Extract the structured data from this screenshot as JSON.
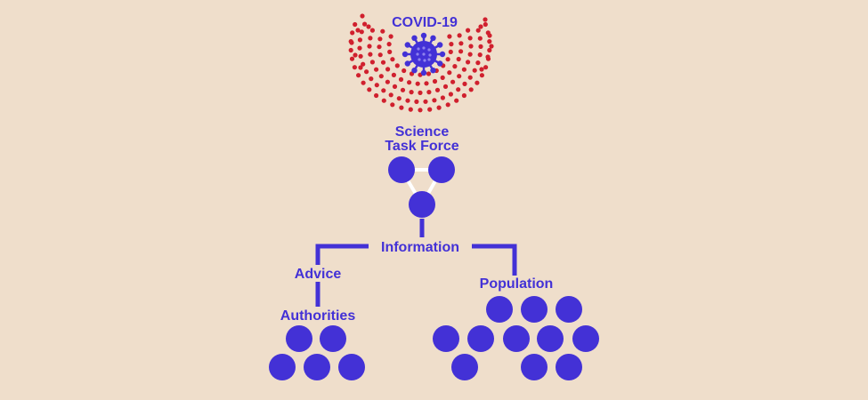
{
  "colors": {
    "background": "#efdecb",
    "primary": "#4331d6",
    "virus_dots": "#d0202e",
    "task_force_link": "#ffffff"
  },
  "labels": {
    "covid": "COVID-19",
    "science_line1": "Science",
    "science_line2": "Task Force",
    "information": "Information",
    "advice": "Advice",
    "authorities": "Authorities",
    "population": "Population"
  },
  "icons": {
    "virus": "virus-icon"
  },
  "groups": {
    "task_force_members": 3,
    "authorities_members": 5,
    "population_members": 11
  }
}
